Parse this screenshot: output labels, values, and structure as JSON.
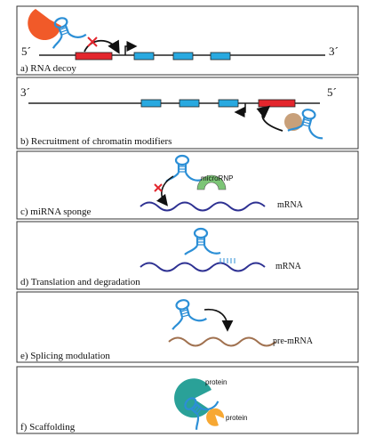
{
  "colors": {
    "frame": "#333333",
    "rna": "#2c8fd6",
    "exon": "#29a9e0",
    "region_red": "#e3262d",
    "protein_orange": "#f15a29",
    "chromatin_tan": "#c8a07a",
    "microrna_green": "#7cc576",
    "wave_blue": "#2e3192",
    "wave_brown": "#a0714f",
    "protein_teal": "#2aa198",
    "protein_gold": "#f7a833",
    "cross": "#e3262d"
  },
  "panels": [
    {
      "title": "a) RNA decoy",
      "labels": {
        "five_prime": "5´",
        "three_prime": "3´"
      }
    },
    {
      "title": "b) Recruitment of chromatin modifiers",
      "labels": {
        "five_prime": "5´",
        "three_prime": "3´"
      }
    },
    {
      "title": "c) miRNA sponge",
      "labels": {
        "complex": "microRNP",
        "target": "mRNA"
      }
    },
    {
      "title": "d) Translation and degradation",
      "labels": {
        "target": "mRNA"
      }
    },
    {
      "title": "e) Splicing modulation",
      "labels": {
        "target": "pre-mRNA"
      }
    },
    {
      "title": "f) Scaffolding",
      "labels": {
        "protein_a": "protein",
        "protein_b": "protein"
      }
    }
  ]
}
